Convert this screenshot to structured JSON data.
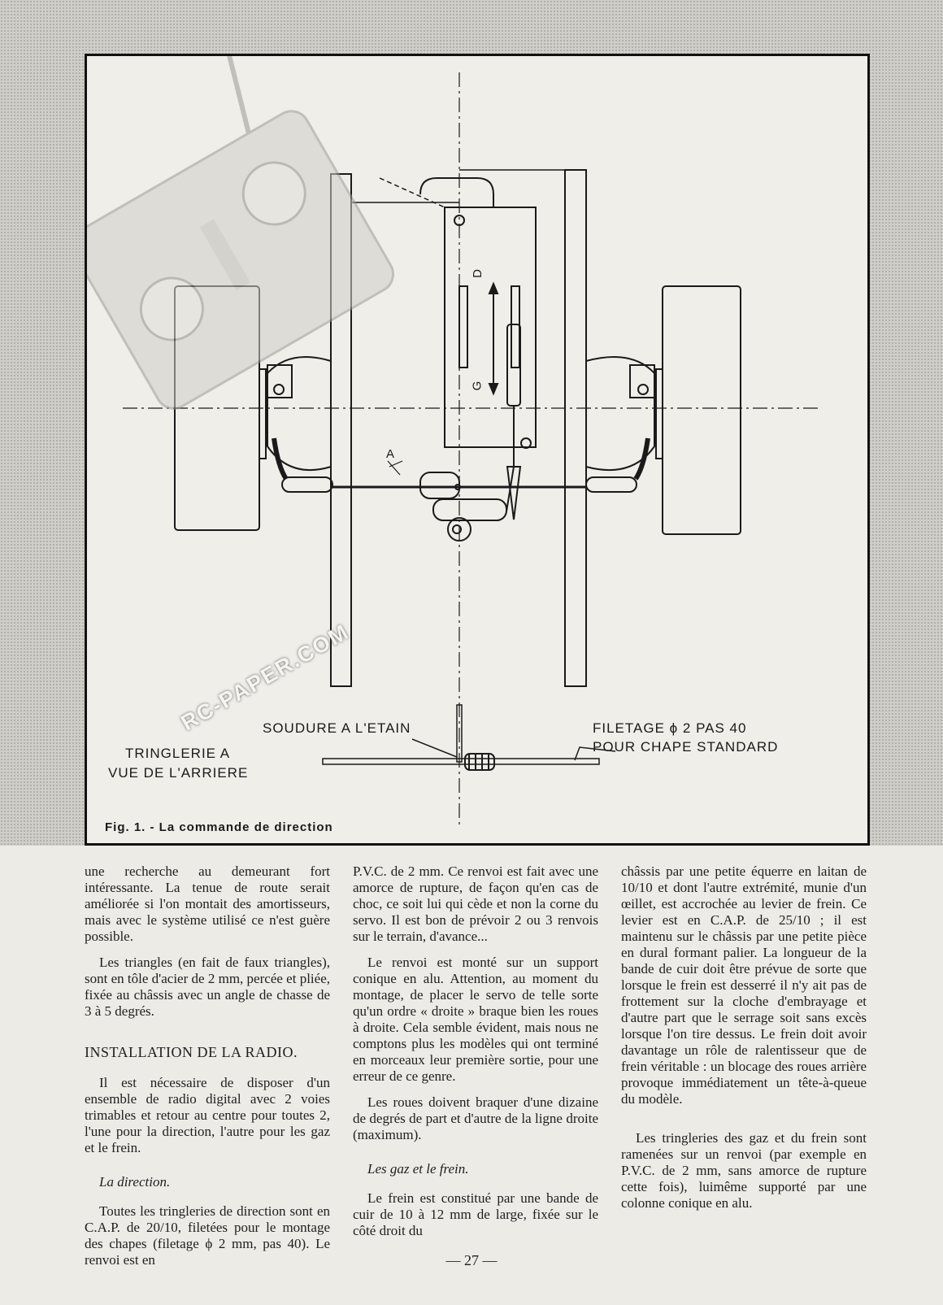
{
  "figure": {
    "caption": "Fig. 1. - La commande de direction",
    "labels": {
      "soudure": "SOUDURE A L'ETAIN",
      "filetage_line1": "FILETAGE ϕ 2 PAS 40",
      "filetage_line2": "POUR CHAPE STANDARD",
      "tringlerie_line1": "TRINGLERIE A",
      "tringlerie_line2": "VUE DE L'ARRIERE",
      "dim_a": "A",
      "dir_d": "D",
      "dir_g": "G"
    },
    "watermark": "RC-PAPER.COM"
  },
  "col1": {
    "p1": "une recherche au demeurant fort intéressante. La tenue de route serait améliorée si l'on montait des amortisseurs, mais avec le système utilisé ce n'est guère possible.",
    "p2": "Les triangles (en fait de faux triangles), sont en tôle d'acier de 2 mm, percée et pliée, fixée au châssis avec un angle de chasse de 3 à 5 degrés.",
    "heading": "INSTALLATION DE LA RADIO.",
    "p3": "Il est nécessaire de disposer d'un ensemble de radio digital avec 2 voies trimables et retour au centre pour toutes 2, l'une pour la direction, l'autre pour les gaz et le frein.",
    "sub": "La direction.",
    "p4": "Toutes les tringleries de direction sont en C.A.P. de 20/10, filetées pour le montage des chapes (filetage ϕ 2 mm, pas 40). Le renvoi est en"
  },
  "col2": {
    "p1": "P.V.C. de 2 mm. Ce renvoi est fait avec une amorce de rupture, de façon qu'en cas de choc, ce soit lui qui cède et non la corne du servo. Il est bon de prévoir 2 ou 3 renvois sur le terrain, d'avance...",
    "p2": "Le renvoi est monté sur un support conique en alu. Attention, au moment du montage, de placer le servo de telle sorte qu'un ordre « droite » braque bien les roues à droite. Cela semble évident, mais nous ne comptons plus les modèles qui ont terminé en morceaux leur première sortie, pour une erreur de ce genre.",
    "p3": "Les roues doivent braquer d'une dizaine de degrés de part et d'autre de la ligne droite (maximum).",
    "sub": "Les gaz et le frein.",
    "p4": "Le frein est constitué par une bande de cuir de 10 à 12 mm de large, fixée sur le côté droit du"
  },
  "col3": {
    "p1": "châssis par une petite équerre en laitan de 10/10 et dont l'autre extrémité, munie d'un œillet, est accrochée au levier de frein. Ce levier est en C.A.P. de 25/10 ; il est maintenu sur le châssis par une petite pièce en dural formant palier. La longueur de la bande de cuir doit être prévue de sorte que lorsque le frein est desserré il n'y ait pas de frottement sur la cloche d'embrayage et d'autre part que le serrage soit sans excès lorsque l'on tire dessus. Le frein doit avoir davantage un rôle de ralentisseur que de frein véritable : un blocage des roues arrière provoque immédiatement un tête-à-queue du modèle.",
    "p2": "Les tringleries des gaz et du frein sont ramenées sur un renvoi (par exemple en P.V.C. de 2 mm, sans amorce de rupture cette fois), luimême supporté par une colonne conique en alu."
  },
  "page_number": "— 27 —"
}
